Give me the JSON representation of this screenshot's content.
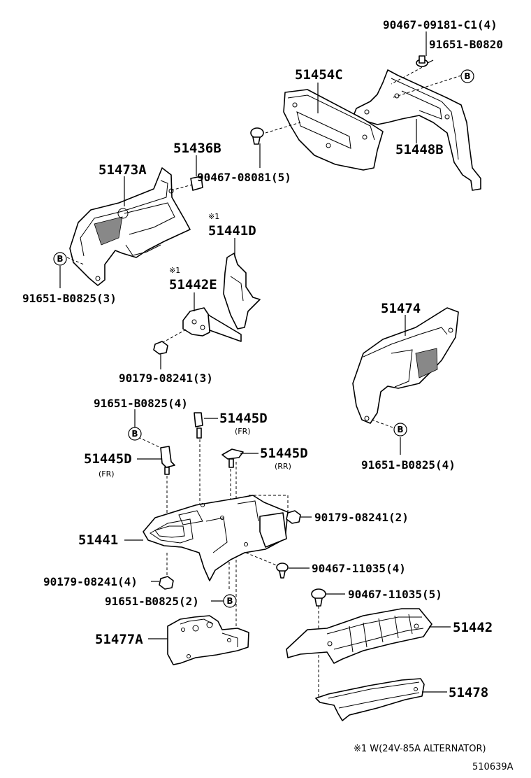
{
  "labels": {
    "p1": "90467-09181-C1(4)",
    "p2": "91651-B0820",
    "p3": "51454C",
    "p4": "51448B",
    "p5": "51436B",
    "p6": "90467-08081(5)",
    "p7": "51473A",
    "p8": "91651-B0825(3)",
    "p9": "51441D",
    "p10": "51442E",
    "p11": "90179-08241(3)",
    "p12": "51474",
    "p13": "91651-B0825(4)",
    "p14": "51445D",
    "p15": "51445D",
    "p16": "51445D",
    "p17": "91651-B0825(4)",
    "p18": "90179-08241(2)",
    "p19": "51441",
    "p20": "90467-11035(4)",
    "p21": "90179-08241(4)",
    "p22": "91651-B0825(2)",
    "p23": "90467-11035(5)",
    "p24": "51477A",
    "p25": "51442",
    "p26": "51478"
  },
  "sublabels": {
    "fr1": "(FR)",
    "fr2": "(FR)",
    "rr": "(RR)"
  },
  "marks": {
    "note_mark": "※1",
    "b": "B"
  },
  "footnote": "※1 W(24V-85A ALTERNATOR)",
  "figure_id": "510639A"
}
